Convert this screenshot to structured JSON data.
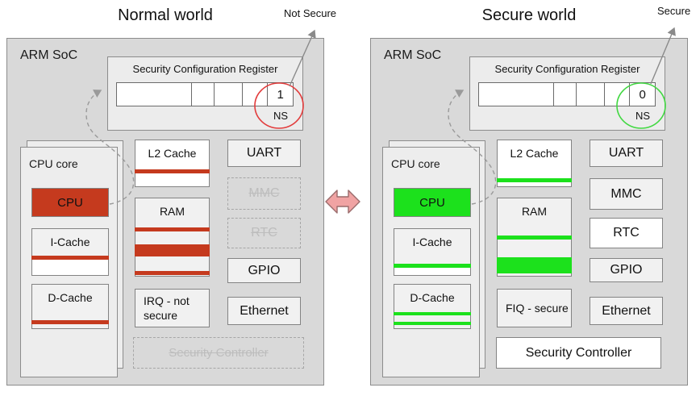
{
  "colors": {
    "normal_accent": "#c53a1e",
    "secure_accent": "#1ce11c",
    "normal_circle": "#e23c3c",
    "secure_circle": "#41d841",
    "swap_arrow_fill": "#f0a3a3",
    "swap_arrow_stroke": "#9a6b6b"
  },
  "diagram": {
    "normal_world": {
      "title": "Normal world",
      "annotation": "Not Secure",
      "soc_label": "ARM SoC",
      "register": {
        "title": "Security Configuration Register",
        "bit_value": "1",
        "bit_name": "NS"
      },
      "cpu_core": {
        "label": "CPU core",
        "cpu": "CPU",
        "icache": "I-Cache",
        "dcache": "D-Cache"
      },
      "l2_cache": "L2 Cache",
      "ram": "RAM",
      "interrupt": "IRQ - not secure",
      "security_controller": {
        "label": "Security Controller",
        "state": "disabled"
      },
      "peripherals": [
        {
          "label": "UART",
          "state": "enabled"
        },
        {
          "label": "MMC",
          "state": "disabled"
        },
        {
          "label": "RTC",
          "state": "disabled"
        },
        {
          "label": "GPIO",
          "state": "enabled"
        },
        {
          "label": "Ethernet",
          "state": "enabled"
        }
      ]
    },
    "secure_world": {
      "title": "Secure world",
      "annotation": "Secure",
      "soc_label": "ARM SoC",
      "register": {
        "title": "Security Configuration Register",
        "bit_value": "0",
        "bit_name": "NS"
      },
      "cpu_core": {
        "label": "CPU core",
        "cpu": "CPU",
        "icache": "I-Cache",
        "dcache": "D-Cache"
      },
      "l2_cache": "L2 Cache",
      "ram": "RAM",
      "interrupt": "FIQ - secure",
      "security_controller": {
        "label": "Security Controller",
        "state": "enabled"
      },
      "peripherals": [
        {
          "label": "UART",
          "state": "enabled"
        },
        {
          "label": "MMC",
          "state": "enabled"
        },
        {
          "label": "RTC",
          "state": "enabled"
        },
        {
          "label": "GPIO",
          "state": "enabled"
        },
        {
          "label": "Ethernet",
          "state": "enabled"
        }
      ]
    }
  }
}
